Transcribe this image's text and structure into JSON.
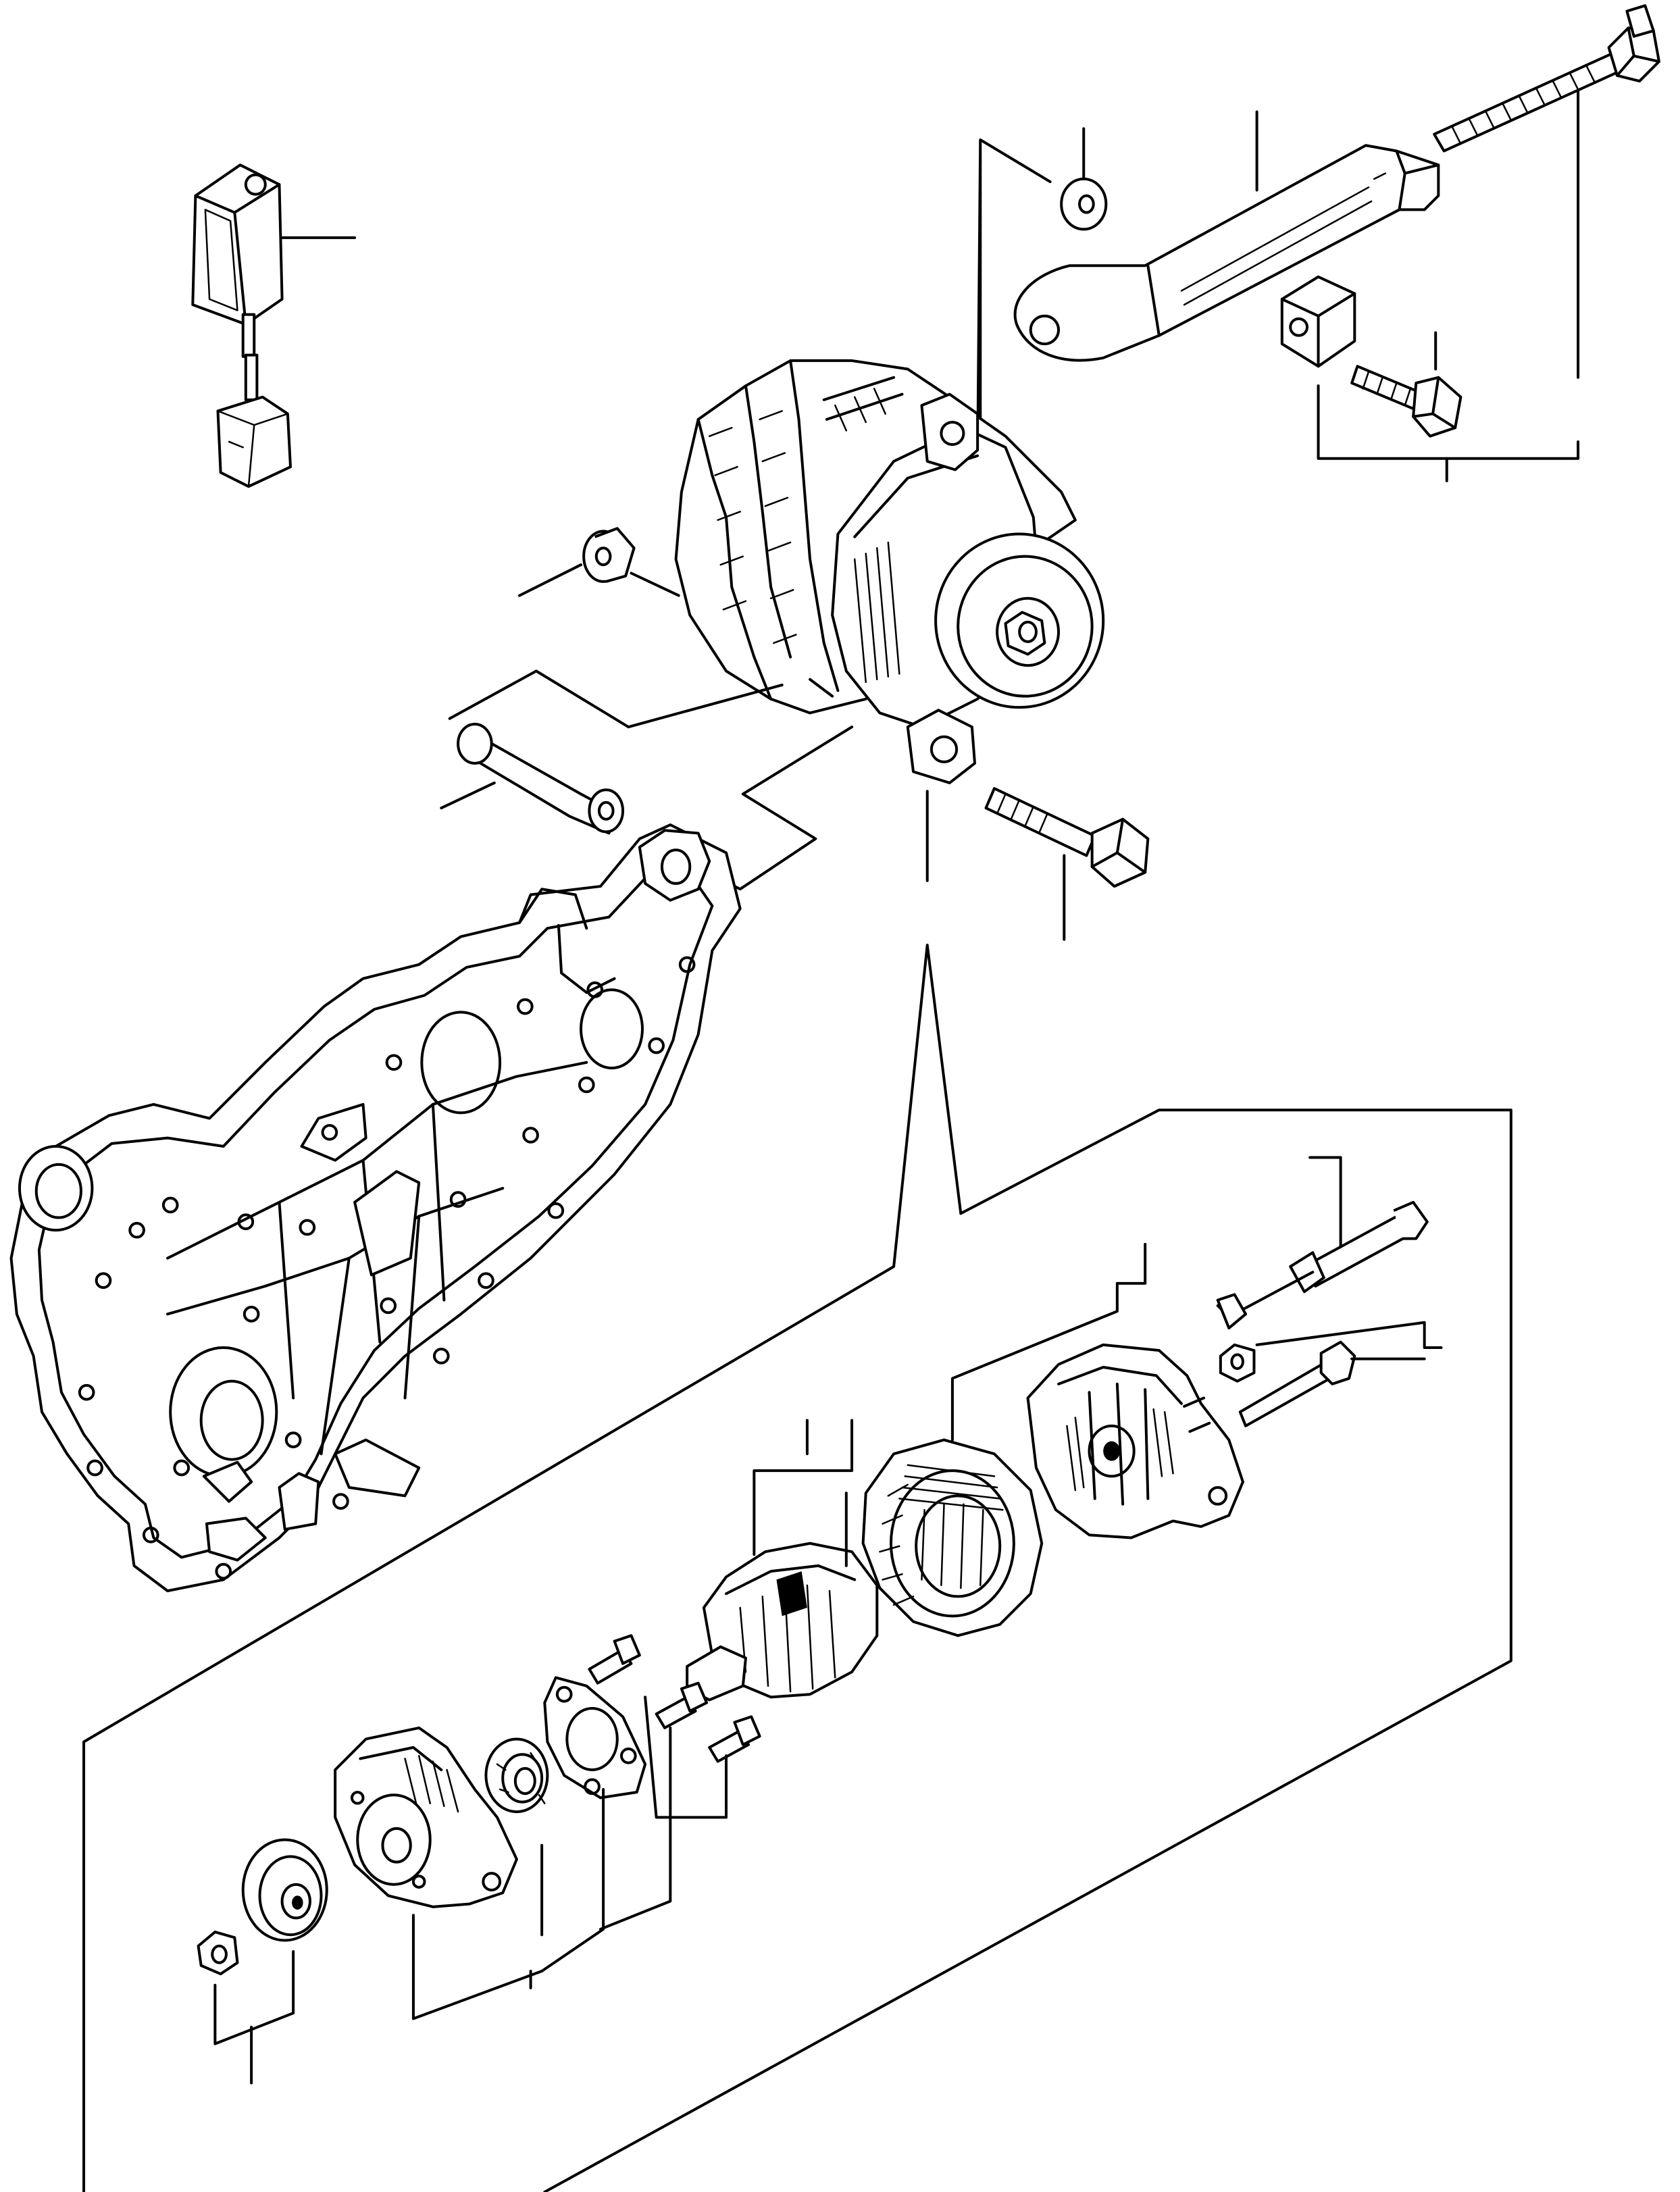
{
  "diagram": {
    "kind": "exploded-parts-view",
    "line_color": "#000000",
    "background": "#ffffff",
    "parts": [
      "regulator-relay",
      "mounting-bolt-long",
      "adjusting-bracket",
      "flat-washer",
      "square-nut-block",
      "flange-bolt",
      "alternator-assembly",
      "spacer-ring",
      "sleeve-collar",
      "pivot-bolt",
      "front-timing-cover",
      "through-bolt",
      "rear-housing",
      "nut-small",
      "stator",
      "rectifier-brush-holder",
      "rotor",
      "screws",
      "retainer-plate",
      "bearing",
      "front-housing",
      "pulley",
      "pulley-nut"
    ]
  }
}
